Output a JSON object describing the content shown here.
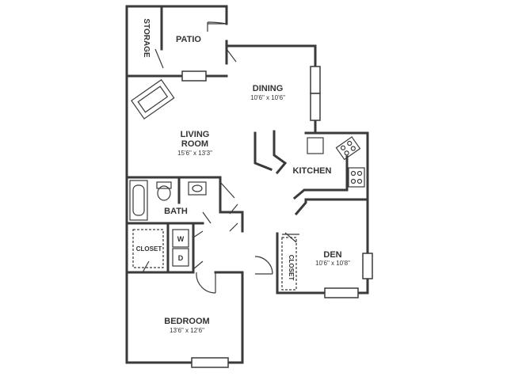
{
  "rooms": {
    "storage": {
      "label": "STORAGE"
    },
    "patio": {
      "label": "PATIO"
    },
    "dining": {
      "label": "DINING",
      "dims": "10'6\" x 10'6\""
    },
    "living": {
      "label_line1": "LIVING",
      "label_line2": "ROOM",
      "dims": "15'6\" x 13'3\""
    },
    "kitchen": {
      "label": "KITCHEN"
    },
    "bath": {
      "label": "BATH"
    },
    "closet_left": {
      "label": "CLOSET"
    },
    "washer": {
      "label": "W"
    },
    "dryer": {
      "label": "D"
    },
    "den": {
      "label": "DEN",
      "dims": "10'6\" x 10'8\""
    },
    "den_closet": {
      "label": "CLOSET"
    },
    "bedroom": {
      "label": "BEDROOM",
      "dims": "13'6\" x 12'6\""
    }
  },
  "colors": {
    "wall": "#3a3a3a",
    "text": "#333333",
    "background": "#ffffff"
  }
}
